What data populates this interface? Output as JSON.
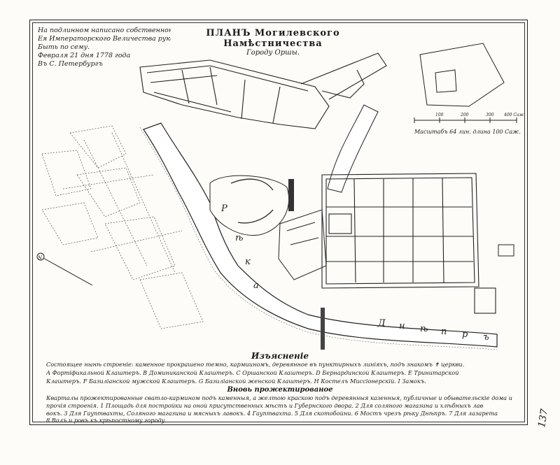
{
  "approval": {
    "lines": [
      "На подлинном написано собственною",
      "Ея Императорского Величества рукою",
      "Быть по сему.",
      "Февраля 21 дня 1778 года",
      "Въ С. Петербургъ"
    ]
  },
  "title": {
    "line1": "ПЛАНЪ Могилевского Намѣстничества",
    "line2": "Городу Оршы."
  },
  "scale": {
    "label": "Масштабъ 64 лин. длина 100 Саж.",
    "ticks": [
      "100",
      "200",
      "300",
      "400 Саж."
    ]
  },
  "map_labels": {
    "river_reka": [
      "Р",
      "ѣ",
      "к",
      "а"
    ],
    "river_dnepr": [
      "Д",
      "н",
      "ѣ",
      "п",
      "р",
      "ъ"
    ],
    "north": "N"
  },
  "legend": {
    "title": "Изъясненіе",
    "line1": "Состоящее нынѣ строеніе: каменное прокрашено темно, кармииномъ, деревянное въ пунктирныхъ линіяхъ, подъ знакомъ ✝ церкви.",
    "line2": "А Фортіфикальной Клаштеръ. В Доминиканской Клаштеръ. С Оршанской Клаштеръ. D Бернардинской Клаштеръ. Е Тринитарской",
    "line3": "Клаштеръ. F Базиліанской мужской Клаштеръ. G Базиліанской женской Клаштеръ. Н Костелъ Миссіонерскій. I Замокъ.",
    "subtitle": "Вновь прожектированое",
    "line4": "Кварталы прожектированные сватло-кармином подъ каменныя, а желтою краскою подъ деревянныя казенныя, публичные и обывательскіе дома и",
    "line5": "прочія строенія. 1 Площадь для постройки на оной присутственных мѣстъ и Губернского двора. 2 Для соляного магазина и хлѣбныхъ лав",
    "line6": "вокъ. 3 Для Гауптвахты, Соляного магазина и мясныхъ лавокъ. 4 Гауптвахта. 5 Для скотобойни. 6 Мостъ чрезъ рѣку Днѣпръ. 7 Для лазарета",
    "line7": "8 Валъ и ровъ къ крѣпостному городу."
  },
  "sheet_number": "137"
}
